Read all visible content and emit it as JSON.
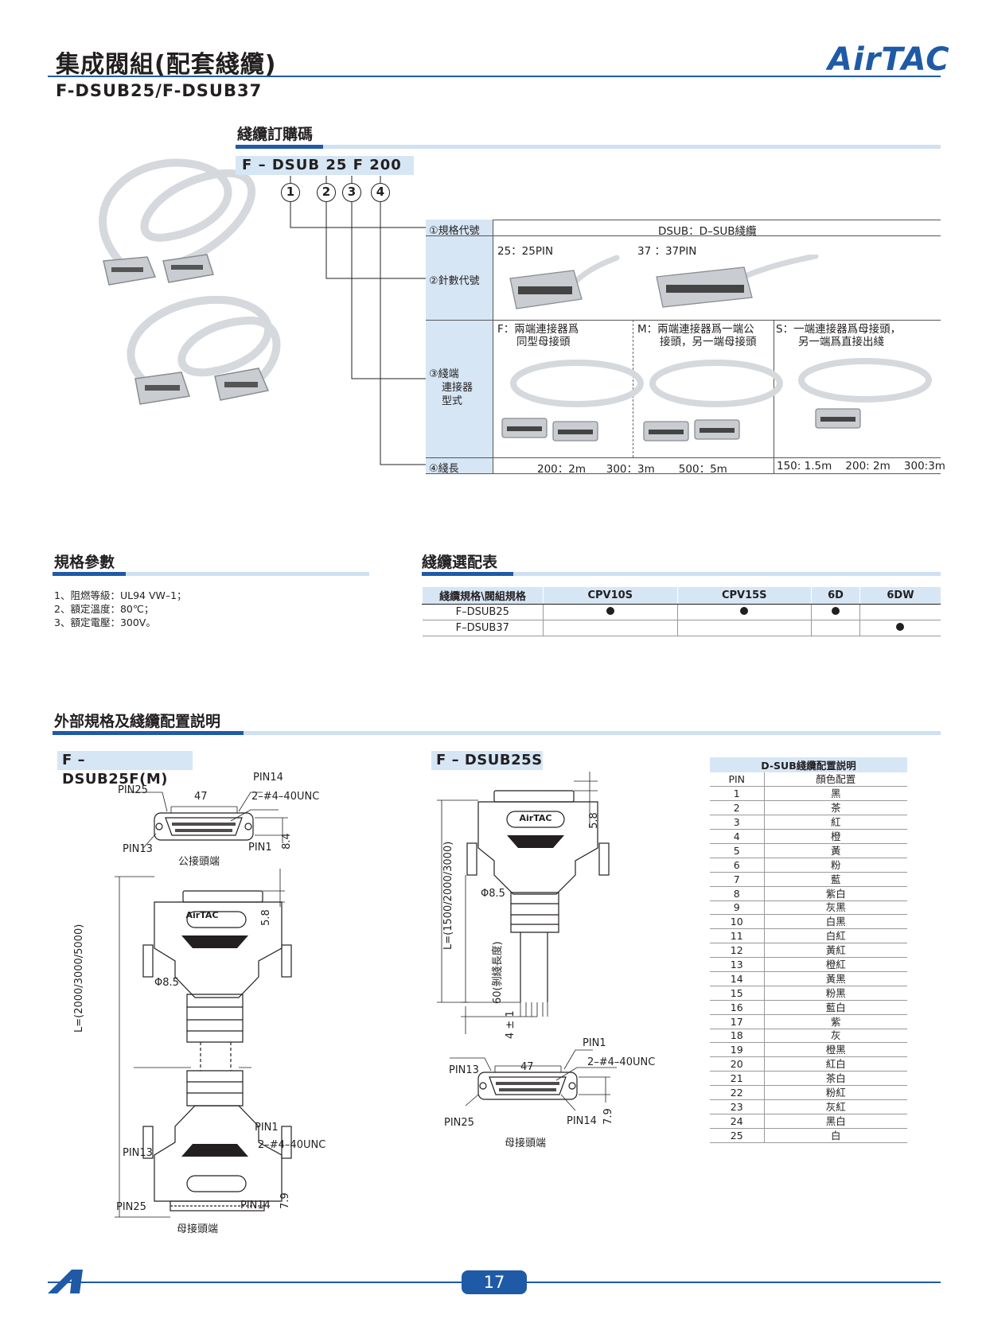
{
  "header": {
    "title": "集成閥組(配套綫纜)",
    "subtitle": "F-DSUB25/F-DSUB37",
    "brand": "AirTAC"
  },
  "order_code": {
    "heading": "綫纜訂購碼",
    "code": "F – DSUB  25  F  200",
    "markers": [
      "1",
      "2",
      "3",
      "4"
    ],
    "rows": {
      "spec_label": "①規格代號",
      "spec_value": "DSUB：D–SUB綫纜",
      "pin_label": "②針數代號",
      "pin_25": "25：25PIN",
      "pin_37": "37 ：37PIN",
      "conn_label_1": "③綫端",
      "conn_label_2": "連接器",
      "conn_label_3": "型式",
      "conn_f_1": "F：兩端連接器爲",
      "conn_f_2": "同型母接頭",
      "conn_m_1": "M：兩端連接器爲一端公",
      "conn_m_2": "接頭，另一端母接頭",
      "conn_s_1": "S：一端連接器爲母接頭，",
      "conn_s_2": "另一端爲直接出綫",
      "len_label": "④綫長",
      "len_fm": "200：2m      300：3m       500：5m",
      "len_s": "150: 1.5m    200: 2m    300:3m"
    }
  },
  "specs": {
    "heading": "規格參數",
    "items": [
      "1、阻燃等級：UL94  VW–1；",
      "2、額定溫度：80℃；",
      "3、額定電壓：300V。"
    ]
  },
  "cable_table": {
    "heading": "綫纜選配表",
    "columns": [
      "綫纜規格\\閥組規格",
      "CPV10S",
      "CPV15S",
      "6D",
      "6DW"
    ],
    "rows": [
      {
        "name": "F–DSUB25",
        "marks": [
          true,
          true,
          true,
          false
        ]
      },
      {
        "name": "F–DSUB37",
        "marks": [
          false,
          false,
          false,
          true
        ]
      }
    ]
  },
  "external": {
    "heading": "外部規格及綫纜配置説明",
    "left_title": "F – DSUB25F(M)",
    "right_title": "F – DSUB25S",
    "labels": {
      "pin25": "PIN25",
      "pin14": "PIN14",
      "pin13": "PIN13",
      "pin1": "PIN1",
      "w47": "47",
      "unc": "2–#4–40UNC",
      "male_end": "公接頭端",
      "female_end": "母接頭端",
      "d84": "8.4",
      "d58": "5.8",
      "d79": "7.9",
      "phi85": "Φ8.5",
      "len_fm": "L=(2000/3000/5000)",
      "len_s": "L=(1500/2000/3000)",
      "strip": "60(剝綫長度)",
      "tol": "4 ± 1",
      "logo": "AirTAC"
    }
  },
  "pin_table": {
    "caption": "D-SUB綫纜配置説明",
    "col_pin": "PIN",
    "col_color": "顏色配置",
    "rows": [
      [
        "1",
        "黑"
      ],
      [
        "2",
        "茶"
      ],
      [
        "3",
        "紅"
      ],
      [
        "4",
        "橙"
      ],
      [
        "5",
        "黃"
      ],
      [
        "6",
        "粉"
      ],
      [
        "7",
        "藍"
      ],
      [
        "8",
        "紫白"
      ],
      [
        "9",
        "灰黑"
      ],
      [
        "10",
        "白黑"
      ],
      [
        "11",
        "白紅"
      ],
      [
        "12",
        "黃紅"
      ],
      [
        "13",
        "橙紅"
      ],
      [
        "14",
        "黃黑"
      ],
      [
        "15",
        "粉黑"
      ],
      [
        "16",
        "藍白"
      ],
      [
        "17",
        "紫"
      ],
      [
        "18",
        "灰"
      ],
      [
        "19",
        "橙黑"
      ],
      [
        "20",
        "紅白"
      ],
      [
        "21",
        "茶白"
      ],
      [
        "22",
        "粉紅"
      ],
      [
        "23",
        "灰紅"
      ],
      [
        "24",
        "黑白"
      ],
      [
        "25",
        "白"
      ]
    ]
  },
  "footer": {
    "page": "17"
  },
  "colors": {
    "brand": "#1f5aa6",
    "light": "#d6e6f5"
  }
}
